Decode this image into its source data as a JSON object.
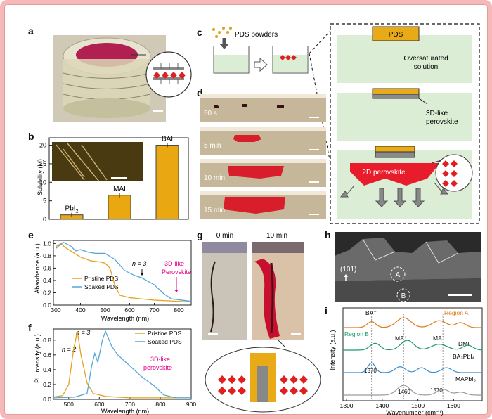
{
  "panels": [
    "a",
    "b",
    "c",
    "d",
    "e",
    "f",
    "g",
    "h",
    "i"
  ],
  "b": {
    "ylabel": "Solubility (M)",
    "yticks": [
      "0",
      "5",
      "10",
      "15",
      "20"
    ],
    "bars": [
      {
        "label": "PbI",
        "sub": "2",
        "value": 1.2
      },
      {
        "label": "MAI",
        "sub": "",
        "value": 6.5
      },
      {
        "label": "BAI",
        "sub": "",
        "value": 20
      }
    ]
  },
  "c": {
    "powders_label": "PDS powders",
    "pds_label": "PDS",
    "oversat_line1": "Oversaturated",
    "oversat_line2": "solution",
    "like3d_line1": "3D-like",
    "like3d_line2": "perovskite",
    "perov2d_label": "2D perovskite"
  },
  "d": {
    "times": [
      "50 s",
      "5 min",
      "10 min",
      "15 min"
    ]
  },
  "e": {
    "ylabel": "Absorbance (a.u.)",
    "xlabel": "Wavelength (nm)",
    "xticks": [
      "300",
      "400",
      "500",
      "600",
      "700",
      "800"
    ],
    "yticks": [
      "0.0",
      "0.2",
      "0.4",
      "0.6",
      "0.8",
      "1.0"
    ],
    "legend": [
      "Pristine PDS",
      "Soaked PDS"
    ],
    "n_label": "n = 3",
    "annot_line1": "3D-like",
    "annot_line2": "Perovskite",
    "colors": {
      "pristine": "#e2a21f",
      "soaked": "#56a7d8",
      "annot": "#e8008a"
    }
  },
  "f": {
    "ylabel": "PL intensity (a.u.)",
    "xlabel": "Wavelength (nm)",
    "xticks": [
      "500",
      "600",
      "700",
      "800",
      "900"
    ],
    "yticks": [
      "0.0",
      "0.2",
      "0.4",
      "0.6",
      "0.8"
    ],
    "legend": [
      "Pristine PDS",
      "Soaked PDS"
    ],
    "n2_label": "n = 2",
    "n3_label": "n = 3",
    "annot_line1": "3D-like",
    "annot_line2": "perovskite"
  },
  "g": {
    "time_left": "0 min",
    "time_right": "10 min"
  },
  "h": {
    "label_101": "(101)",
    "label_A": "A",
    "label_B": "B"
  },
  "i": {
    "xlabel": "Wavenumber (cm⁻¹)",
    "ylabel": "Intensity (a.u.)",
    "xticks": [
      "1300",
      "1400",
      "1500",
      "1600"
    ],
    "region_a": "Region A",
    "region_b": "Region B",
    "ba_plus": "BA⁺",
    "ma_plus1": "MA⁺",
    "ma_plus2": "MA⁺",
    "dmf": "DMF",
    "ba3pbi": "BA₃PbI₄",
    "mapbi3": "MAPbI₃",
    "p1370": "1370",
    "p1460": "1460",
    "p1570": "1570",
    "colors": {
      "a": "#e07b1a",
      "b": "#1a9a6a",
      "ba": "#3a8fd0",
      "ma": "#9a9a9a"
    }
  }
}
